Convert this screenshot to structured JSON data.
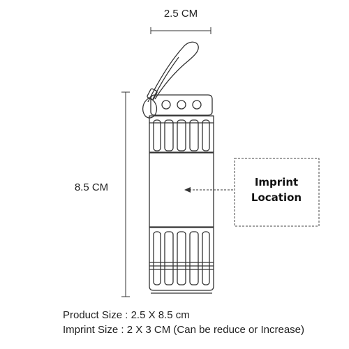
{
  "dimensions": {
    "width_label": "2.5 CM",
    "height_label": "8.5 CM"
  },
  "imprint_area": {
    "line1": "Imprint",
    "line2": "Location"
  },
  "specs": {
    "product_size_label": "Product Size",
    "product_size_value": "2.5 X 8.5 cm",
    "imprint_size_label": "Imprint Size",
    "imprint_size_value": "2 X 3 CM (Can be reduce or Increase)"
  },
  "colors": {
    "line": "#333333",
    "text": "#222222",
    "background": "#ffffff"
  }
}
